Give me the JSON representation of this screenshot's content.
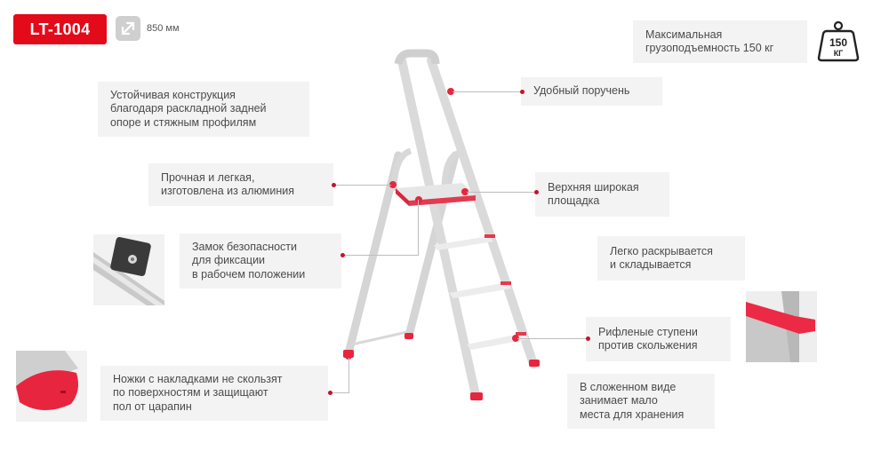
{
  "header": {
    "model": "LT-1004",
    "size_icon": "diagonal-arrows-icon",
    "size_value": "850 мм"
  },
  "capacity": {
    "lines": [
      "Максимальная",
      "грузоподъемность 150 кг"
    ],
    "icon": "weight-icon",
    "icon_value": "150",
    "icon_unit": "КГ"
  },
  "features": {
    "stability": [
      "Устойчивая конструкция",
      "благодаря раскладной задней",
      "опоре и стяжным профилям"
    ],
    "aluminium": [
      "Прочная и легкая,",
      "изготовлена из алюминия"
    ],
    "lock": [
      "Замок безопасности",
      "для фиксации",
      "в рабочем положении"
    ],
    "feet": [
      "Ножки с накладками не скользят",
      "по поверхностям и защищают",
      "пол от царапин"
    ],
    "handrail": [
      "Удобный поручень"
    ],
    "platform": [
      "Верхняя широкая",
      "площадка"
    ],
    "folding": [
      "Легко раскрывается",
      "и складывается"
    ],
    "steps": [
      "Рифленые ступени",
      "против скольжения"
    ],
    "storage": [
      "В сложенном виде",
      "занимает мало",
      "места для хранения"
    ]
  },
  "colors": {
    "accent": "#e30a1a",
    "box_bg": "#f3f3f3",
    "dot": "#c4122e",
    "line": "#bdbdbd"
  }
}
